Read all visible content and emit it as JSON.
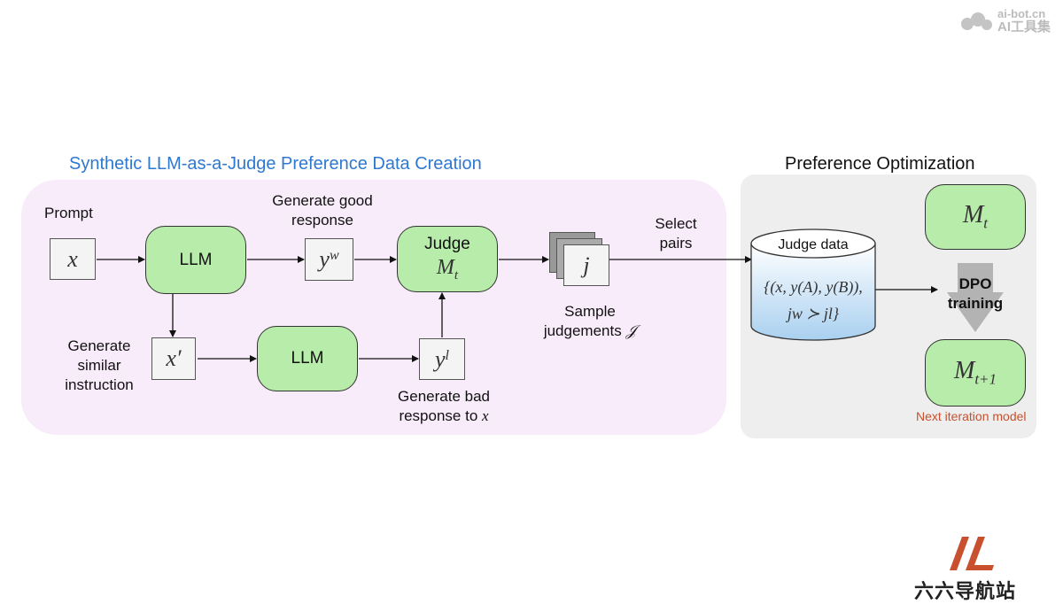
{
  "titles": {
    "left": "Synthetic LLM-as-a-Judge Preference Data Creation",
    "right": "Preference Optimization"
  },
  "labels": {
    "prompt": "Prompt",
    "gen_good_1": "Generate good",
    "gen_good_2": "response",
    "gen_similar_1": "Generate",
    "gen_similar_2": "similar",
    "gen_similar_3": "instruction",
    "gen_bad_1": "Generate bad",
    "gen_bad_2": "response to",
    "gen_bad_var": "x",
    "sample_1": "Sample",
    "sample_2": "judgements",
    "sample_var": "𝒥",
    "select_1": "Select",
    "select_2": "pairs"
  },
  "nodes": {
    "x": "x",
    "x_prime": "x′",
    "yw_base": "y",
    "yw_sup": "w",
    "yl_base": "y",
    "yl_sup": "l",
    "j": "j",
    "llm_top": "LLM",
    "llm_bottom": "LLM",
    "judge_label": "Judge",
    "judge_model_base": "M",
    "judge_model_sub": "t"
  },
  "judge_data": {
    "label": "Judge data",
    "formula_line1": "{(x, y(A), y(B)),",
    "formula_line2": "jw ≻ jl}"
  },
  "optimization": {
    "model_t_base": "M",
    "model_t_sub": "t",
    "dpo_1": "DPO",
    "dpo_2": "training",
    "model_next_base": "M",
    "model_next_sub": "t+1",
    "next_label": "Next iteration model"
  },
  "watermarks": {
    "top_1": "ai-bot.cn",
    "top_2": "AI工具集",
    "bottom": "六六导航站"
  },
  "colors": {
    "left_panel": "#f8ecfa",
    "right_panel": "#eeeeee",
    "model_box": "#b8ecaa",
    "title_blue": "#2f78d1",
    "next_label": "#c8502e"
  }
}
